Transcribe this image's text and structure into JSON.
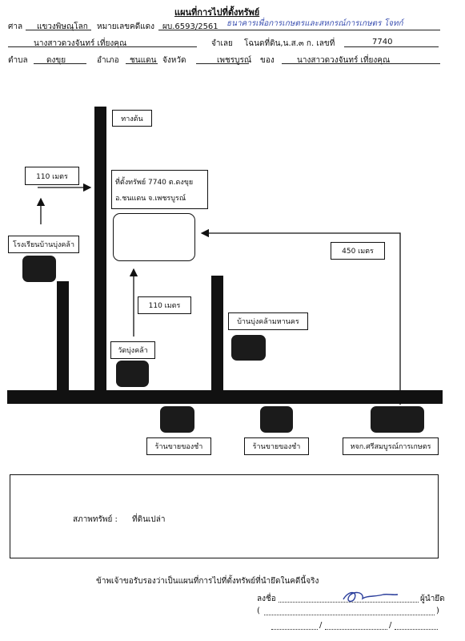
{
  "header": {
    "title": "แผนที่การไปที่ตั้งทรัพย์",
    "court_label": "ศาล",
    "court": "แขวงพิษณุโลก",
    "case_label": "หมายเลขคดีแดง",
    "case_no": "ผบ.6593/2561",
    "handwritten_note": "ธนาคารเพื่อการเกษตรและสหกรณ์การเกษตร โจทก์",
    "defendant": "นางสาวดวงจันทร์ เที่ยงคุณ",
    "defendant_label": "จำเลย",
    "deed_label": "โฉนดที่ดิน,น.ส.๓ ก. เลขที่",
    "deed_no": "7740",
    "subdistrict_label": "ตำบล",
    "subdistrict": "ดงขุย",
    "district_label": "อำเภอ",
    "district": "ชนแดน",
    "province_label": "จังหวัด",
    "province": "เพชรบูรณ์",
    "owner_label": "ของ",
    "owner": "นางสาวดวงจันทร์ เที่ยงคุณ"
  },
  "map": {
    "road_label": "ทางต้น",
    "property_line1": "ที่ตั้งทรัพย์ 7740 ต.ดงขุย",
    "property_line2": "อ.ชนแดน จ.เพชรบูรณ์",
    "dist_left": "110 เมตร",
    "dist_center": "110 เมตร",
    "dist_right": "450 เมตร",
    "school": "โรงเรียนบ้านบุ่งคล้า",
    "temple": "วัดบุ่งคล้า",
    "village": "บ้านบุ่งคล้ามหานคร",
    "shop1": "ร้านขายของชำ",
    "shop2": "ร้านขายของชำ",
    "store": "หจก.ศรีสมบูรณ์การเกษตร"
  },
  "condition": {
    "label": "สภาพทรัพย์ :",
    "value": "ที่ดินเปล่า"
  },
  "footer": {
    "certify": "ข้าพเจ้าขอรับรองว่าเป็นแผนที่การไปที่ตั้งทรัพย์ที่นำยึดในคดีนี้จริง",
    "sign_label": "ลงชื่อ",
    "role": "ผู้นำยึด",
    "paren_open": "(",
    "paren_close": ")",
    "date_sep1": "/",
    "date_sep2": "/"
  }
}
